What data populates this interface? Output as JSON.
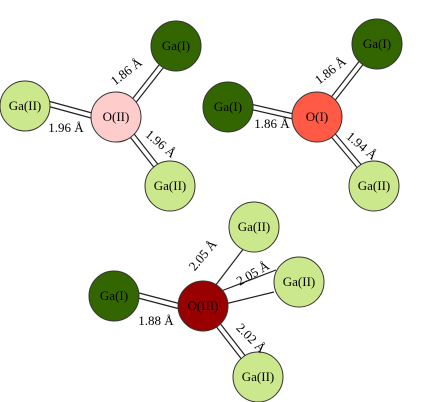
{
  "colors": {
    "ga_i": "#336600",
    "ga_ii": "#CCE88C",
    "o_ii": "#FFCCCC",
    "o_i": "#FF5A45",
    "o_iii": "#990000"
  },
  "structures": [
    {
      "atoms": [
        {
          "label": "Ga(I)",
          "kind": "ga_i"
        },
        {
          "label": "Ga(II)",
          "kind": "ga_ii"
        },
        {
          "label": "O(II)",
          "kind": "o_ii"
        },
        {
          "label": "Ga(II)",
          "kind": "ga_ii"
        }
      ],
      "distances": [
        "1.86 Å",
        "1.96 Å",
        "1.96 Å"
      ]
    },
    {
      "atoms": [
        {
          "label": "Ga(I)",
          "kind": "ga_i"
        },
        {
          "label": "Ga(I)",
          "kind": "ga_i"
        },
        {
          "label": "O(I)",
          "kind": "o_i"
        },
        {
          "label": "Ga(II)",
          "kind": "ga_ii"
        }
      ],
      "distances": [
        "1.86 Å",
        "1.86 Å",
        "1.94 Å"
      ]
    },
    {
      "atoms": [
        {
          "label": "Ga(II)",
          "kind": "ga_ii"
        },
        {
          "label": "Ga(II)",
          "kind": "ga_ii"
        },
        {
          "label": "Ga(I)",
          "kind": "ga_i"
        },
        {
          "label": "O(III)",
          "kind": "o_iii"
        },
        {
          "label": "Ga(II)",
          "kind": "ga_ii"
        }
      ],
      "distances": [
        "2.05 Å",
        "2.05 Å",
        "1.88 Å",
        "2.02 Å"
      ]
    }
  ]
}
